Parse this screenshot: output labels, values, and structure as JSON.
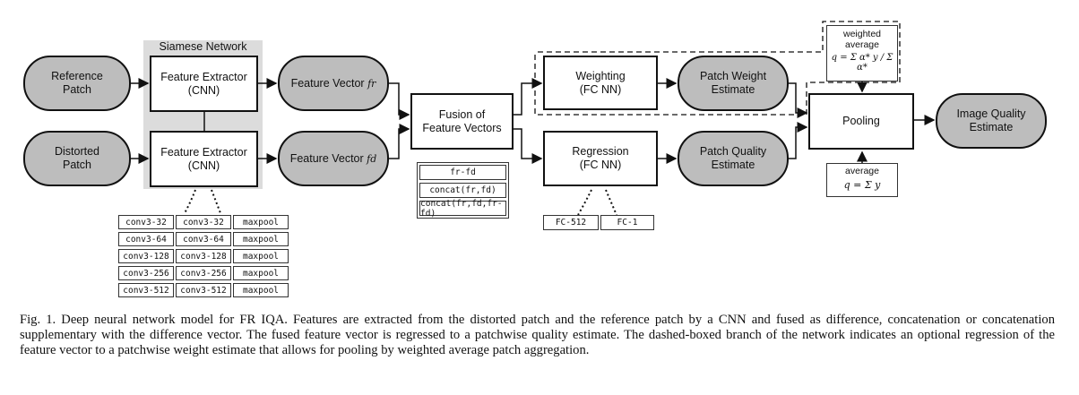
{
  "siamese": {
    "title": "Siamese Network"
  },
  "inputs": {
    "reference": "Reference\nPatch",
    "distorted": "Distorted\nPatch"
  },
  "extractors": {
    "top": "Feature Extractor\n(CNN)",
    "bottom": "Feature Extractor\n(CNN)"
  },
  "vectors": {
    "fr_label": "Feature Vector",
    "fr_symbol": "f",
    "fr_sub": "r",
    "fd_label": "Feature Vector",
    "fd_symbol": "f",
    "fd_sub": "d"
  },
  "fusion": {
    "label": "Fusion of\nFeature Vectors",
    "options": [
      "fr-fd",
      "concat(fr,fd)",
      "concat(fr,fd,fr-fd)"
    ]
  },
  "weighting": {
    "label": "Weighting\n(FC NN)"
  },
  "regression": {
    "label": "Regression\n(FC NN)"
  },
  "patch_weight": {
    "label": "Patch Weight\nEstimate"
  },
  "patch_quality": {
    "label": "Patch Quality\nEstimate"
  },
  "pooling": {
    "label": "Pooling"
  },
  "image_quality": {
    "label": "Image Quality\nEstimate"
  },
  "weighted_average": {
    "label": "weighted\naverage",
    "formula": "q = Σ α* y / Σ α*"
  },
  "average": {
    "label": "average",
    "formula": "q = Σ y"
  },
  "cnn_layers": [
    [
      "conv3-32",
      "conv3-32",
      "maxpool"
    ],
    [
      "conv3-64",
      "conv3-64",
      "maxpool"
    ],
    [
      "conv3-128",
      "conv3-128",
      "maxpool"
    ],
    [
      "conv3-256",
      "conv3-256",
      "maxpool"
    ],
    [
      "conv3-512",
      "conv3-512",
      "maxpool"
    ]
  ],
  "fc_layers": [
    "FC-512",
    "FC-1"
  ],
  "caption": "Fig. 1.   Deep neural network model for FR IQA. Features are extracted from the distorted patch and the reference patch by a CNN and fused as difference, concatenation or concatenation supplementary with the difference vector. The fused feature vector is regressed to a patchwise quality estimate. The dashed-boxed branch of the network indicates an optional regression of the feature vector to a patchwise weight estimate that allows for pooling by weighted average patch aggregation."
}
